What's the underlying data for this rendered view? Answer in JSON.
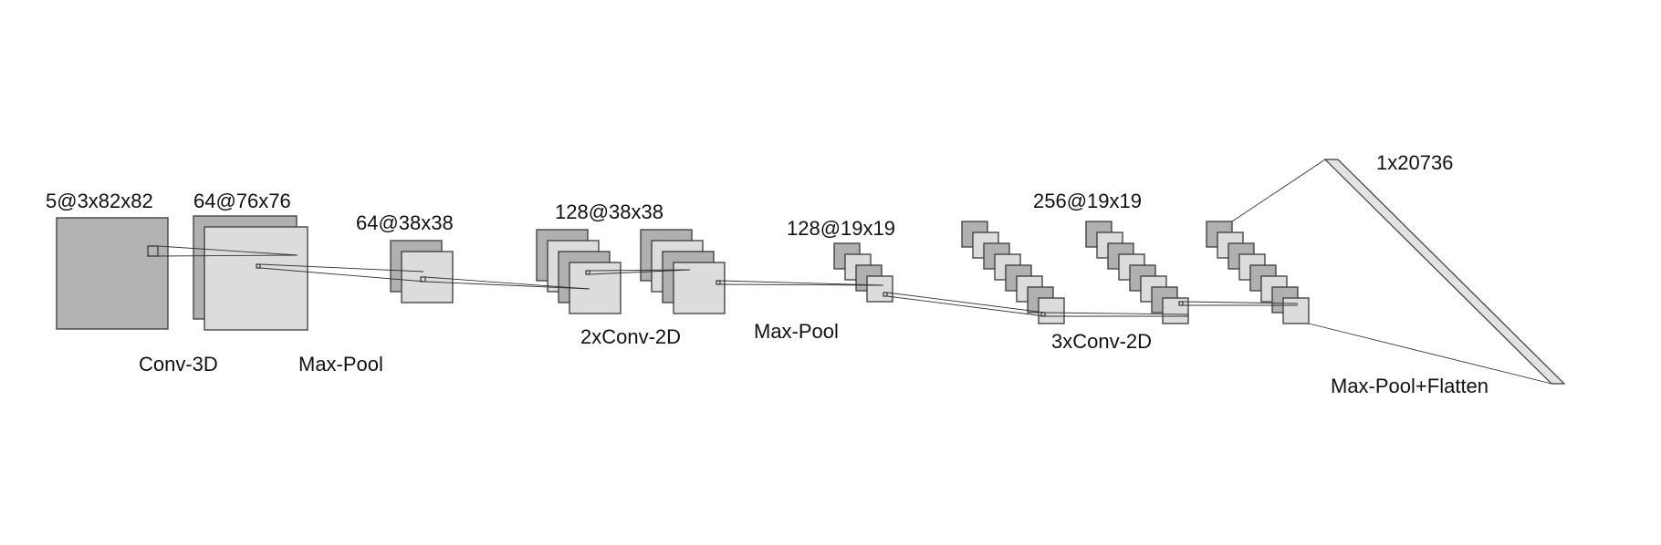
{
  "layers": {
    "input": {
      "shape": "5@3x82x82"
    },
    "conv3d": {
      "shape": "64@76x76",
      "op": "Conv-3D"
    },
    "pool1": {
      "shape": "64@38x38",
      "op": "Max-Pool"
    },
    "conv2d_a": {
      "shape": "128@38x38",
      "op": "2xConv-2D"
    },
    "pool2": {
      "shape": "128@19x19",
      "op": "Max-Pool"
    },
    "conv2d_b": {
      "shape": "256@19x19",
      "op": "3xConv-2D"
    },
    "flatten": {
      "shape": "1x20736",
      "op": "Max-Pool+Flatten"
    }
  },
  "colors": {
    "dark_map": "#b0b0b0",
    "light_map": "#dcdcdc",
    "outline": "#3a3a3a",
    "text": "#111111"
  }
}
